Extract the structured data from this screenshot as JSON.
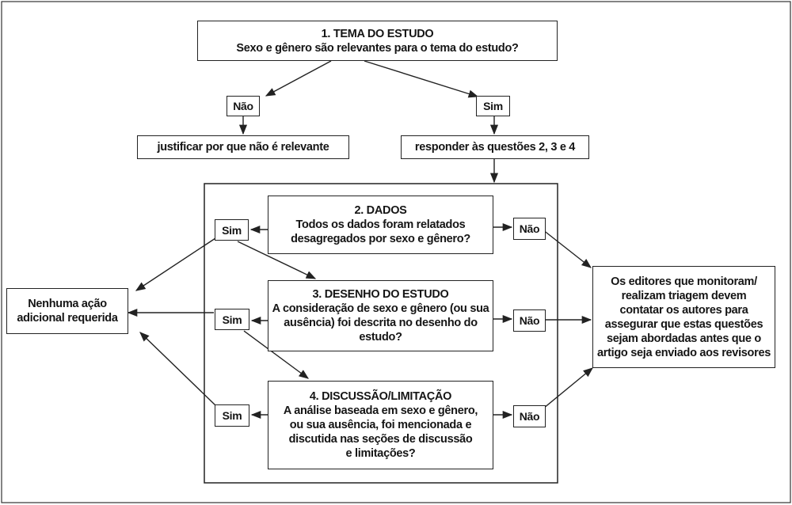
{
  "topic": {
    "title": "1. TEMA DO ESTUDO",
    "question": "Sexo e gênero são relevantes para o tema do estudo?"
  },
  "branch_no": {
    "label": "Não",
    "action": "justificar por que não é relevante"
  },
  "branch_yes": {
    "label": "Sim",
    "action": "responder às questões 2, 3 e 4"
  },
  "q2": {
    "title": "2. DADOS",
    "lines": [
      "Todos os dados foram relatados",
      "desagregados por sexo e gênero?"
    ],
    "yes": "Sim",
    "no": "Não"
  },
  "q3": {
    "title": "3. DESENHO DO ESTUDO",
    "lines": [
      "A consideração de sexo e gênero (ou sua",
      "ausência) foi descrita no desenho do",
      "estudo?"
    ],
    "yes": "Sim",
    "no": "Não"
  },
  "q4": {
    "title": "4. DISCUSSÃO/LIMITAÇÃO",
    "lines": [
      "A análise baseada em sexo e gênero,",
      "ou sua ausência, foi mencionada e",
      "discutida nas seções de discussão",
      "e limitações?"
    ],
    "yes": "Sim",
    "no": "Não"
  },
  "no_action": {
    "lines": [
      "Nenhuma ação",
      "adicional requerida"
    ]
  },
  "editors": {
    "lines": [
      "Os editores que monitoram/",
      "realizam triagem devem",
      "contatar os autores para",
      "assegurar que estas questões",
      "sejam abordadas antes que o",
      "artigo seja enviado aos revisores"
    ]
  }
}
